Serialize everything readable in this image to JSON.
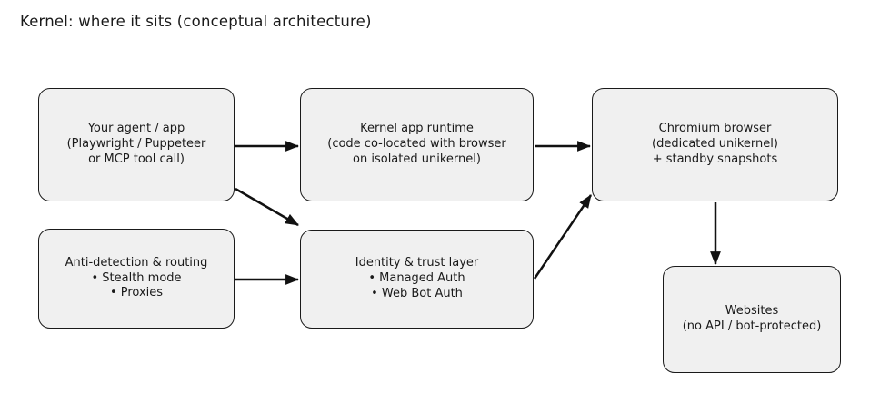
{
  "title": "Kernel: where it sits (conceptual architecture)",
  "colors": {
    "background": "#ffffff",
    "box_fill": "#f0f0f0",
    "box_border": "#1a1a1a",
    "arrow": "#111111",
    "text": "#1a1a1a"
  },
  "nodes": {
    "agent": {
      "lines": [
        "Your agent / app",
        "(Playwright / Puppeteer",
        "or MCP tool call)"
      ]
    },
    "runtime": {
      "lines": [
        "Kernel app runtime",
        "(code co-located with browser",
        "on isolated unikernel)"
      ]
    },
    "chromium": {
      "lines": [
        "Chromium browser",
        "(dedicated unikernel)",
        "+ standby snapshots"
      ]
    },
    "antidetection": {
      "lines": [
        "Anti-detection & routing",
        "• Stealth mode",
        "• Proxies"
      ]
    },
    "identity": {
      "lines": [
        "Identity & trust layer",
        "• Managed Auth",
        "• Web Bot Auth"
      ]
    },
    "websites": {
      "lines": [
        "Websites",
        "(no API / bot-protected)"
      ]
    }
  },
  "edges": [
    {
      "from": "agent",
      "to": "runtime"
    },
    {
      "from": "agent",
      "to": "identity"
    },
    {
      "from": "runtime",
      "to": "chromium"
    },
    {
      "from": "antidetection",
      "to": "identity"
    },
    {
      "from": "identity",
      "to": "chromium"
    },
    {
      "from": "chromium",
      "to": "websites"
    }
  ]
}
